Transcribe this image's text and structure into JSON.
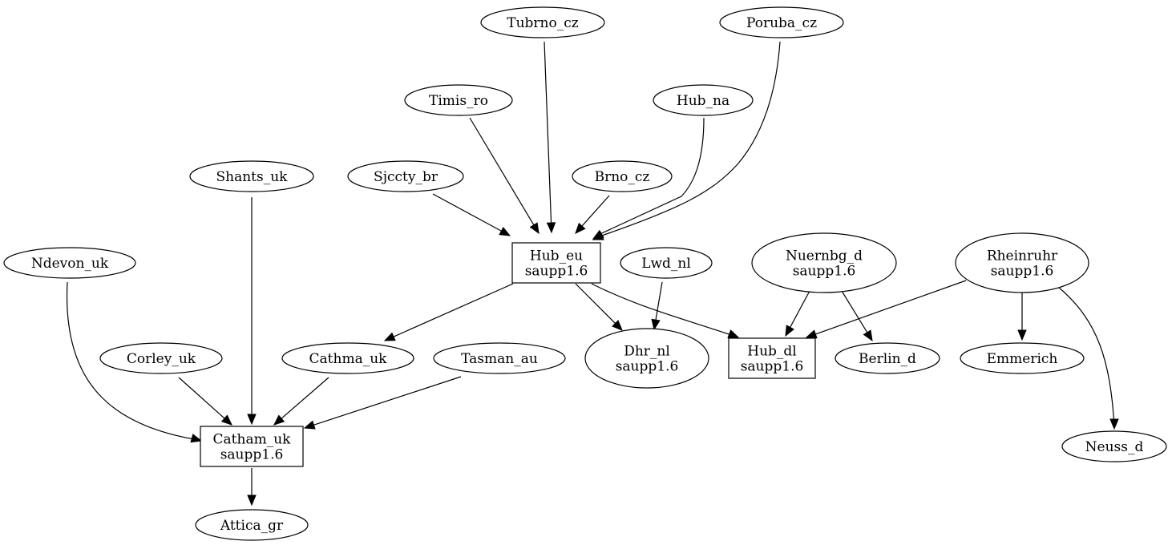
{
  "colors": {
    "stroke": "#000000",
    "fill": "#ffffff",
    "text": "#000000"
  },
  "nodes": [
    {
      "id": "tubrno_cz",
      "shape": "ellipse",
      "lines": [
        "Tubrno_cz"
      ]
    },
    {
      "id": "poruba_cz",
      "shape": "ellipse",
      "lines": [
        "Poruba_cz"
      ]
    },
    {
      "id": "timis_ro",
      "shape": "ellipse",
      "lines": [
        "Timis_ro"
      ]
    },
    {
      "id": "hub_na",
      "shape": "ellipse",
      "lines": [
        "Hub_na"
      ]
    },
    {
      "id": "shants_uk",
      "shape": "ellipse",
      "lines": [
        "Shants_uk"
      ]
    },
    {
      "id": "sjccty_br",
      "shape": "ellipse",
      "lines": [
        "Sjccty_br"
      ]
    },
    {
      "id": "brno_cz",
      "shape": "ellipse",
      "lines": [
        "Brno_cz"
      ]
    },
    {
      "id": "hub_eu",
      "shape": "box",
      "lines": [
        "Hub_eu",
        "saupp1.6"
      ]
    },
    {
      "id": "lwd_nl",
      "shape": "ellipse",
      "lines": [
        "Lwd_nl"
      ]
    },
    {
      "id": "nuernbg_d",
      "shape": "ellipse",
      "lines": [
        "Nuernbg_d",
        "saupp1.6"
      ]
    },
    {
      "id": "rheinruhr",
      "shape": "ellipse",
      "lines": [
        "Rheinruhr",
        "saupp1.6"
      ]
    },
    {
      "id": "ndevon_uk",
      "shape": "ellipse",
      "lines": [
        "Ndevon_uk"
      ]
    },
    {
      "id": "corley_uk",
      "shape": "ellipse",
      "lines": [
        "Corley_uk"
      ]
    },
    {
      "id": "cathma_uk",
      "shape": "ellipse",
      "lines": [
        "Cathma_uk"
      ]
    },
    {
      "id": "tasman_au",
      "shape": "ellipse",
      "lines": [
        "Tasman_au"
      ]
    },
    {
      "id": "dhr_nl",
      "shape": "ellipse",
      "lines": [
        "Dhr_nl",
        "saupp1.6"
      ]
    },
    {
      "id": "hub_dl",
      "shape": "box",
      "lines": [
        "Hub_dl",
        "saupp1.6"
      ]
    },
    {
      "id": "berlin_d",
      "shape": "ellipse",
      "lines": [
        "Berlin_d"
      ]
    },
    {
      "id": "emmerich",
      "shape": "ellipse",
      "lines": [
        "Emmerich"
      ]
    },
    {
      "id": "catham_uk",
      "shape": "box",
      "lines": [
        "Catham_uk",
        "saupp1.6"
      ]
    },
    {
      "id": "neuss_d",
      "shape": "ellipse",
      "lines": [
        "Neuss_d"
      ]
    },
    {
      "id": "attica_gr",
      "shape": "ellipse",
      "lines": [
        "Attica_gr"
      ]
    }
  ],
  "edges": [
    {
      "from": "tubrno_cz",
      "to": "hub_eu"
    },
    {
      "from": "timis_ro",
      "to": "hub_eu"
    },
    {
      "from": "sjccty_br",
      "to": "hub_eu"
    },
    {
      "from": "brno_cz",
      "to": "hub_eu"
    },
    {
      "from": "hub_na",
      "to": "hub_eu"
    },
    {
      "from": "poruba_cz",
      "to": "hub_eu"
    },
    {
      "from": "shants_uk",
      "to": "catham_uk"
    },
    {
      "from": "hub_eu",
      "to": "cathma_uk"
    },
    {
      "from": "hub_eu",
      "to": "dhr_nl"
    },
    {
      "from": "hub_eu",
      "to": "hub_dl"
    },
    {
      "from": "lwd_nl",
      "to": "dhr_nl"
    },
    {
      "from": "nuernbg_d",
      "to": "hub_dl"
    },
    {
      "from": "nuernbg_d",
      "to": "berlin_d"
    },
    {
      "from": "rheinruhr",
      "to": "hub_dl"
    },
    {
      "from": "rheinruhr",
      "to": "emmerich"
    },
    {
      "from": "rheinruhr",
      "to": "neuss_d"
    },
    {
      "from": "ndevon_uk",
      "to": "catham_uk"
    },
    {
      "from": "corley_uk",
      "to": "catham_uk"
    },
    {
      "from": "cathma_uk",
      "to": "catham_uk"
    },
    {
      "from": "tasman_au",
      "to": "catham_uk"
    },
    {
      "from": "catham_uk",
      "to": "attica_gr"
    }
  ]
}
